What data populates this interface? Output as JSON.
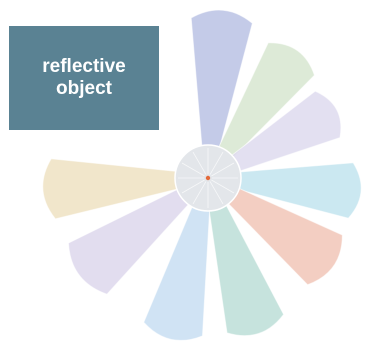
{
  "label": {
    "text": "reflective object",
    "background": "#5a8293",
    "text_color": "#ffffff"
  },
  "petals": [
    {
      "name": "petal-blue-top",
      "color": "#b7bfe3"
    },
    {
      "name": "petal-green-top-right",
      "color": "#d6e5ce"
    },
    {
      "name": "petal-lavender-right",
      "color": "#ddd9ee"
    },
    {
      "name": "petal-cyan-right",
      "color": "#bfe3ee"
    },
    {
      "name": "petal-salmon-lower-right",
      "color": "#f0c3b5"
    },
    {
      "name": "petal-teal-bottom",
      "color": "#b9ddd5"
    },
    {
      "name": "petal-lightblue-bottom",
      "color": "#c6ddf1"
    },
    {
      "name": "petal-lilac-lower-left",
      "color": "#dcd5ec"
    },
    {
      "name": "petal-tan-left",
      "color": "#eee0bf"
    }
  ],
  "hub": {
    "color": "#e3e6ea",
    "center_dot_color": "#e36a3a"
  }
}
